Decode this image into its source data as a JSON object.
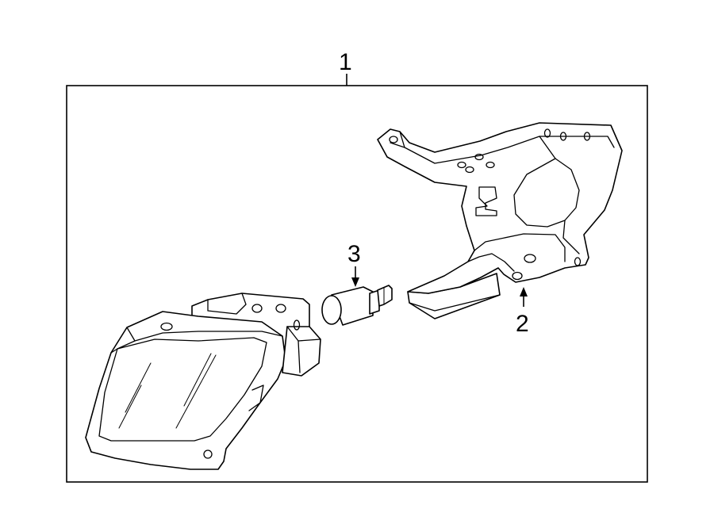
{
  "diagram": {
    "callouts": {
      "assembly": "1",
      "bracket": "2",
      "bulb": "3"
    }
  }
}
